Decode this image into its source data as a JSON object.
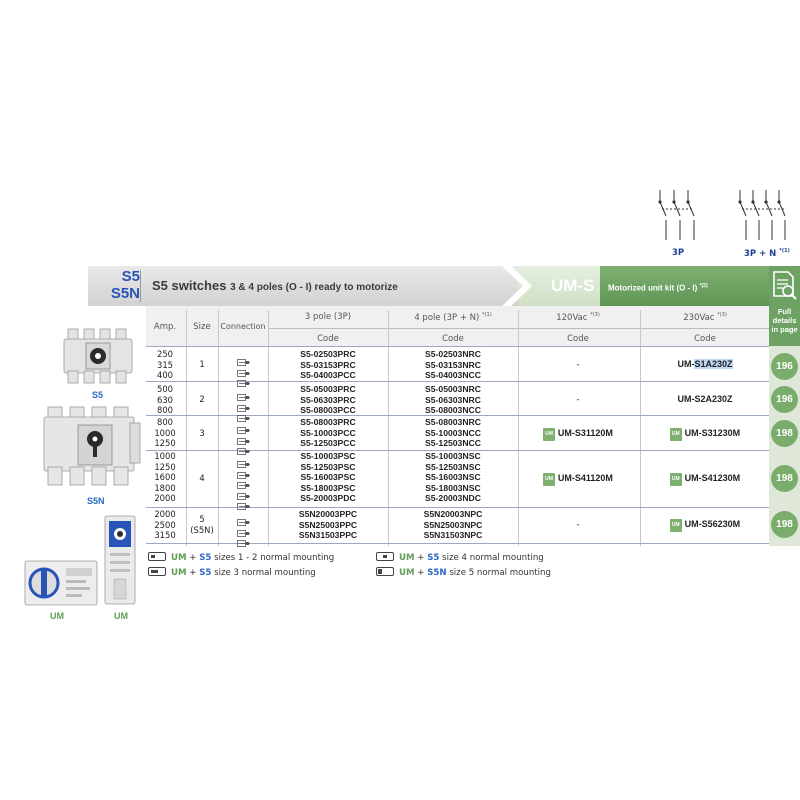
{
  "symbols": {
    "three_pole_label": "3P",
    "four_pole_label": "3P + N",
    "four_pole_note": "*(1)"
  },
  "header": {
    "series_line1": "S5",
    "series_line2": "S5N",
    "title_main": "S5 switches",
    "title_sub": "3 & 4 poles (O - I) ready to motorize",
    "kit_title": "UM-S",
    "kit_subtitle": "Motorized unit kit (O - I)",
    "kit_note": "*(2)",
    "full_details": [
      "Full",
      "details",
      "in page"
    ]
  },
  "columns": {
    "amp": "Amp.",
    "size": "Size",
    "connection": "Connection",
    "three_pole": "3 pole (3P)",
    "four_pole": "4 pole (3P + N)",
    "four_pole_note": "*(1)",
    "v120": "120Vac",
    "v120_note": "*(3)",
    "v230": "230Vac",
    "v230_note": "*(3)",
    "code": "Code"
  },
  "groups": [
    {
      "amps": [
        "250",
        "315",
        "400"
      ],
      "size": "1",
      "codes_3p": [
        "S5-02503PRC",
        "S5-03153PRC",
        "S5-04003PCC"
      ],
      "codes_4p": [
        "S5-02503NRC",
        "S5-03153NRC",
        "S5-04003NCC"
      ],
      "v120": "-",
      "v120_tag": "",
      "v230_prefix": "UM-",
      "v230_highlight": "S1A230Z",
      "v230_tag": "",
      "page": "196"
    },
    {
      "amps": [
        "500",
        "630",
        "800"
      ],
      "size": "2",
      "codes_3p": [
        "S5-05003PRC",
        "S5-06303PRC",
        "S5-08003PCC"
      ],
      "codes_4p": [
        "S5-05003NRC",
        "S5-06303NRC",
        "S5-08003NCC"
      ],
      "v120": "-",
      "v120_tag": "",
      "v230": "UM-S2A230Z",
      "v230_tag": "",
      "page": "196"
    },
    {
      "amps": [
        "800",
        "1000",
        "1250"
      ],
      "size": "3",
      "codes_3p": [
        "S5-08003PRC",
        "S5-10003PCC",
        "S5-12503PCC"
      ],
      "codes_4p": [
        "S5-08003NRC",
        "S5-10003NCC",
        "S5-12503NCC"
      ],
      "v120": "UM-S31120M",
      "v120_tag": "UM",
      "v230": "UM-S31230M",
      "v230_tag": "UM",
      "page": "198"
    },
    {
      "amps": [
        "1000",
        "1250",
        "1600",
        "1800",
        "2000"
      ],
      "size": "4",
      "codes_3p": [
        "S5-10003PSC",
        "S5-12503PSC",
        "S5-16003PSC",
        "S5-18003PSC",
        "S5-20003PDC"
      ],
      "codes_4p": [
        "S5-10003NSC",
        "S5-12503NSC",
        "S5-16003NSC",
        "S5-18003NSC",
        "S5-20003NDC"
      ],
      "v120": "UM-S41120M",
      "v120_tag": "UM",
      "v230": "UM-S41230M",
      "v230_tag": "UM",
      "page": "198"
    },
    {
      "amps": [
        "2000",
        "2500",
        "3150"
      ],
      "size": "5",
      "size_sub": "(S5N)",
      "codes_3p": [
        "S5N20003PPC",
        "S5N25003PPC",
        "S5N31503PPC"
      ],
      "codes_4p": [
        "S5N20003NPC",
        "S5N25003NPC",
        "S5N31503NPC"
      ],
      "v120": "-",
      "v120_tag": "",
      "v230": "UM-S56230M",
      "v230_tag": "UM",
      "page": "198"
    }
  ],
  "legend": [
    {
      "um": "UM",
      "plus": "+",
      "series": "S5",
      "text": "sizes 1 - 2 normal mounting"
    },
    {
      "um": "UM",
      "plus": "+",
      "series": "S5",
      "text": "size 3 normal mounting"
    },
    {
      "um": "UM",
      "plus": "+",
      "series": "S5",
      "text": "size 4 normal mounting"
    },
    {
      "um": "UM",
      "plus": "+",
      "series": "S5N",
      "text": "size 5 normal mounting"
    }
  ],
  "products": {
    "s5_label": "S5",
    "s5n_label": "S5N",
    "um1_label": "UM",
    "um2_label": "UM"
  },
  "colors": {
    "brand_blue": "#2a55b8",
    "green": "#6ea264",
    "highlight": "#bcd7ef"
  }
}
